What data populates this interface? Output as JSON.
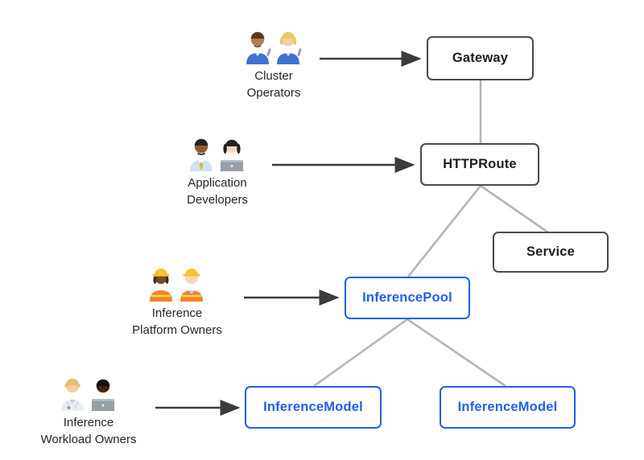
{
  "personas": {
    "cluster_operators": {
      "line1": "Cluster",
      "line2": "Operators",
      "icon": "mechanics-pair-icon"
    },
    "application_developers": {
      "line1": "Application",
      "line2": "Developers",
      "icon": "office-worker-and-technologist-pair-icon"
    },
    "inference_platform_owners": {
      "line1": "Inference",
      "line2": "Platform Owners",
      "icon": "construction-workers-pair-icon"
    },
    "inference_workload_owners": {
      "line1": "Inference",
      "line2": "Workload Owners",
      "icon": "health-worker-and-technologist-pair-icon"
    }
  },
  "nodes": {
    "gateway": {
      "label": "Gateway",
      "style": "neutral"
    },
    "httproute": {
      "label": "HTTPRoute",
      "style": "neutral"
    },
    "service": {
      "label": "Service",
      "style": "neutral"
    },
    "inference_pool": {
      "label": "InferencePool",
      "style": "accent"
    },
    "inference_model_left": {
      "label": "InferenceModel",
      "style": "accent"
    },
    "inference_model_right": {
      "label": "InferenceModel",
      "style": "accent"
    }
  },
  "edges": [
    {
      "from": "cluster_operators",
      "to": "gateway",
      "kind": "arrow"
    },
    {
      "from": "application_developers",
      "to": "httproute",
      "kind": "arrow"
    },
    {
      "from": "inference_platform_owners",
      "to": "inference_pool",
      "kind": "arrow"
    },
    {
      "from": "inference_workload_owners",
      "to": "inference_model_left",
      "kind": "arrow"
    },
    {
      "from": "gateway",
      "to": "httproute",
      "kind": "line"
    },
    {
      "from": "httproute",
      "to": "service",
      "kind": "line"
    },
    {
      "from": "httproute",
      "to": "inference_pool",
      "kind": "line"
    },
    {
      "from": "inference_pool",
      "to": "inference_model_left",
      "kind": "line"
    },
    {
      "from": "inference_pool",
      "to": "inference_model_right",
      "kind": "line"
    }
  ],
  "colors": {
    "accent": "#2160e8",
    "neutral-border": "#4a4a4a",
    "node-text": "#1d1d1f",
    "connector": "#b5b5b5",
    "arrow": "#3c3c3c",
    "label-text": "#262626",
    "background": "#ffffff"
  }
}
